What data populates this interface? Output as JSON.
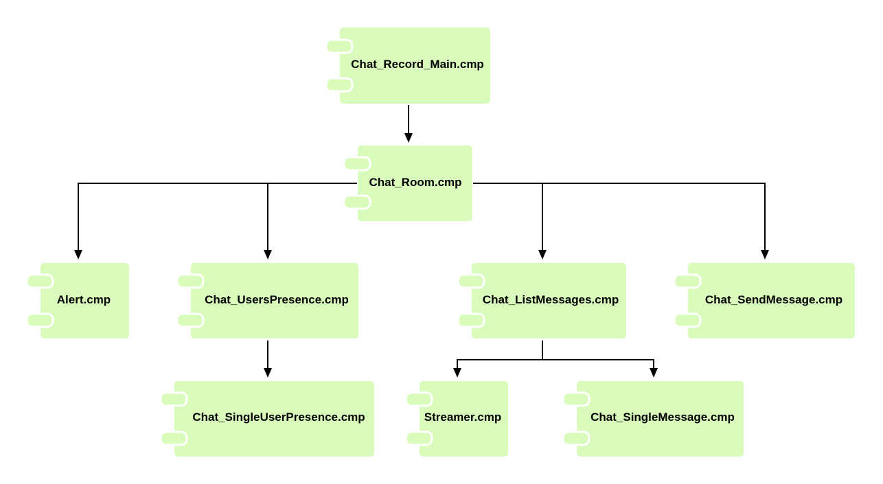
{
  "diagram": {
    "components": [
      {
        "id": "chat-record-main",
        "label": "Chat_Record_Main.cmp"
      },
      {
        "id": "chat-room",
        "label": "Chat_Room.cmp"
      },
      {
        "id": "alert",
        "label": "Alert.cmp"
      },
      {
        "id": "chat-users-presence",
        "label": "Chat_UsersPresence.cmp"
      },
      {
        "id": "chat-list-messages",
        "label": "Chat_ListMessages.cmp"
      },
      {
        "id": "chat-send-message",
        "label": "Chat_SendMessage.cmp"
      },
      {
        "id": "chat-single-user-presence",
        "label": "Chat_SingleUserPresence.cmp"
      },
      {
        "id": "streamer",
        "label": "Streamer.cmp"
      },
      {
        "id": "chat-single-message",
        "label": "Chat_SingleMessage.cmp"
      }
    ],
    "edges": [
      {
        "from": "chat-record-main",
        "to": "chat-room"
      },
      {
        "from": "chat-room",
        "to": "alert"
      },
      {
        "from": "chat-room",
        "to": "chat-users-presence"
      },
      {
        "from": "chat-room",
        "to": "chat-list-messages"
      },
      {
        "from": "chat-room",
        "to": "chat-send-message"
      },
      {
        "from": "chat-users-presence",
        "to": "chat-single-user-presence"
      },
      {
        "from": "chat-list-messages",
        "to": "streamer"
      },
      {
        "from": "chat-list-messages",
        "to": "chat-single-message"
      }
    ],
    "colors": {
      "component_fill": "#d9fbbb",
      "connector": "#000000"
    }
  }
}
